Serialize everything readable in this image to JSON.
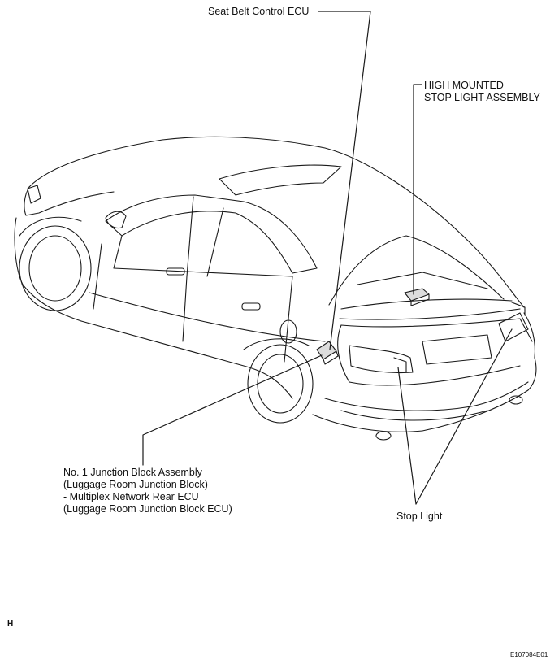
{
  "labels": {
    "seat_belt_ecu": "Seat Belt Control ECU",
    "high_mounted_stop_light": [
      "HIGH MOUNTED",
      "STOP LIGHT ASSEMBLY"
    ],
    "junction_block": [
      "No. 1 Junction Block Assembly",
      "(Luggage Room Junction Block)",
      "- Multiplex Network Rear ECU",
      "(Luggage Room Junction Block ECU)"
    ],
    "stop_light": "Stop Light"
  },
  "corner_marker": "H",
  "figure_id": "E107084E01"
}
